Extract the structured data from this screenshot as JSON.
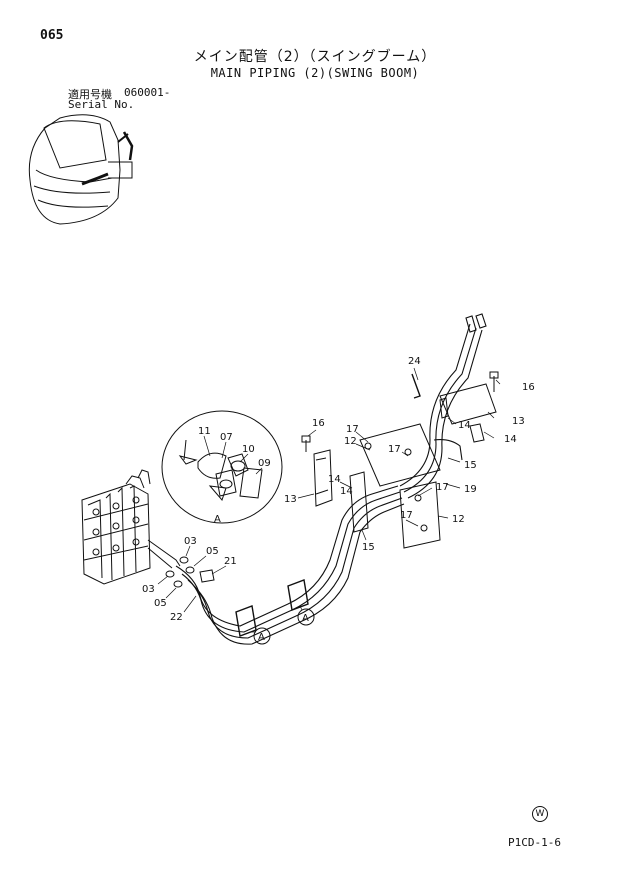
{
  "header": {
    "page_number": "065",
    "title_jp": "メイン配管（2）（スイングブーム）",
    "title_en": "MAIN PIPING (2)(SWING BOOM)"
  },
  "serial": {
    "label_jp": "適用号機",
    "value": "060001-",
    "label_en": "Serial No."
  },
  "callouts": {
    "c24": "24",
    "c16a": "16",
    "c13a": "13",
    "c14a": "14",
    "c14b": "14",
    "c16b": "16",
    "c17a": "17",
    "c12a": "12",
    "c17b": "17",
    "c15a": "15",
    "c17c": "17",
    "c19": "19",
    "c13b": "13",
    "c14c": "14",
    "c17d": "17",
    "c12b": "12",
    "c15b": "15",
    "c11": "11",
    "c07": "07",
    "c10": "10",
    "c09": "09",
    "cA_detail": "A",
    "c03a": "03",
    "c05a": "05",
    "c21": "21",
    "c03b": "03",
    "c05b": "05",
    "c22": "22",
    "ref_a1": "A",
    "ref_a2": "A"
  },
  "footer": {
    "watermark": "W",
    "diagram_code": "P1CD-1-6"
  }
}
